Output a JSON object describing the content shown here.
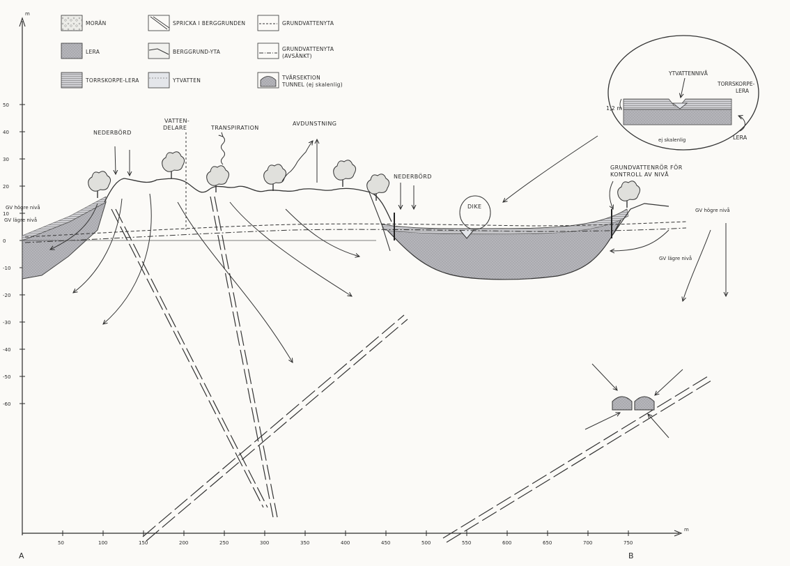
{
  "y_axis": {
    "unit": "m",
    "ticks": [
      "50",
      "40",
      "30",
      "20",
      "10",
      "0",
      "-10",
      "-20",
      "-30",
      "-40",
      "-50",
      "-60"
    ]
  },
  "x_axis": {
    "unit": "m",
    "ticks": [
      "50",
      "100",
      "150",
      "200",
      "250",
      "300",
      "350",
      "400",
      "450",
      "500",
      "550",
      "600",
      "650",
      "700",
      "750"
    ],
    "start_label": "A",
    "end_label": "B"
  },
  "legend": [
    {
      "label": "MORÄN"
    },
    {
      "label": "SPRICKA I BERGGRUNDEN"
    },
    {
      "label": "GRUNDVATTENYTA"
    },
    {
      "label": "LERA"
    },
    {
      "label": "BERGGRUND-YTA"
    },
    {
      "label": "GRUNDVATTENYTA (AVSÄNKT)"
    },
    {
      "label": "TORRSKORPE-LERA"
    },
    {
      "label": "YTVATTEN"
    },
    {
      "label": "TVÄRSEKTION TUNNEL (ej skalenlig)"
    }
  ],
  "annotations": {
    "nederbord_left": "NEDERBÖRD",
    "vattendelare": "VATTEN-DELARE",
    "transpiration": "TRANSPIRATION",
    "avdunstning": "AVDUNSTNING",
    "nederbord_right": "NEDERBÖRD",
    "gv_hogre_left": "GV högre nivå",
    "gv_lagre_left": "GV lägre nivå",
    "dike": "DIKE",
    "grundvattenror": "GRUNDVATTENRÖR FÖR KONTROLL AV NIVÅ",
    "gv_hogre_right": "GV högre nivå",
    "gv_lagre_right": "GV lägre nivå"
  },
  "inset": {
    "ytvattenniva": "YTVATTENNIVÅ",
    "torrskorpelera": "TORRSKORPE-LERA",
    "thickness": "1,2 m",
    "lera": "LERA",
    "not_to_scale": "ej skalenlig"
  },
  "colors": {
    "ink": "#2a2a2a",
    "clay": "#b9b9bd",
    "clay_dark": "#9d9da3",
    "water": "#e4e6ea"
  }
}
